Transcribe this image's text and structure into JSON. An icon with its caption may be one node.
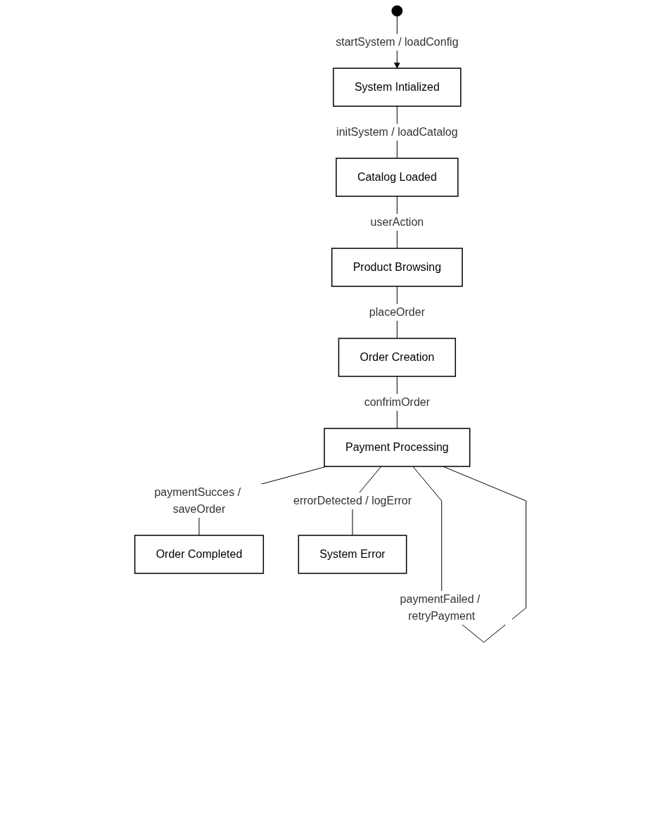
{
  "diagram": {
    "nodes": [
      {
        "text": [],
        "shape": "circle"
      },
      {
        "text": [
          "System Intialized"
        ]
      },
      {
        "text": [
          "Catalog Loaded"
        ]
      },
      {
        "text": [
          "Product Browsing"
        ]
      },
      {
        "text": [
          "Order Creation"
        ]
      },
      {
        "text": [
          "Payment Processing"
        ]
      },
      {
        "text": [
          "Order Completed"
        ]
      },
      {
        "text": [
          "System Error"
        ]
      }
    ],
    "edges": [
      {
        "from": 0,
        "to": 1,
        "arrow": "to",
        "label": "startSystem / loadConfig"
      },
      {
        "from": 1,
        "to": 2,
        "arrow": "none",
        "label": "initSystem / loadCatalog"
      },
      {
        "from": 2,
        "to": 3,
        "arrow": "none",
        "label": "userAction"
      },
      {
        "from": 3,
        "to": 4,
        "arrow": "none",
        "label": "placeOrder"
      },
      {
        "from": 4,
        "to": 5,
        "arrow": "none",
        "label": "confrimOrder"
      },
      {
        "from": 5,
        "to": 5,
        "arrow": "none",
        "label": "paymentFailed / retryPayment"
      },
      {
        "from": 5,
        "to": 6,
        "arrow": "none",
        "label": "paymentSucces / saveOrder"
      },
      {
        "from": 5,
        "to": 7,
        "arrow": "none",
        "label": "errorDetected / logError"
      }
    ]
  }
}
